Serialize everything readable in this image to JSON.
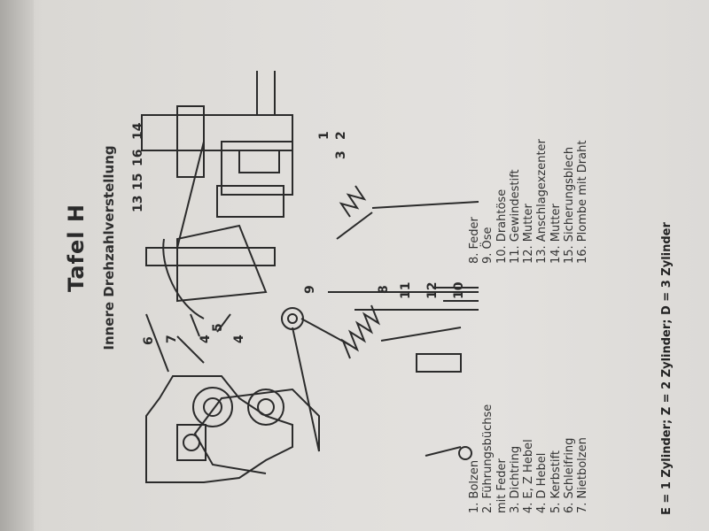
{
  "document": {
    "title": "Tafel H",
    "subtitle": "Innere Drehzahlverstellung",
    "legend_left": [
      "1. Bolzen",
      "2. Führungsbüchse",
      "    mit Feder",
      "3. Dichtring",
      "4. E, Z Hebel",
      "4. D    Hebel",
      "5. Kerbstift",
      "6. Schleifring",
      "7. Nietbolzen"
    ],
    "legend_right": [
      "8. Feder",
      "9. Öse",
      "10. Drahtöse",
      "11. Gewindestift",
      "12. Mutter",
      "13. Anschlagexzenter",
      "14. Mutter",
      "15. Sicherungsblech",
      "16. Plombe mit Draht"
    ],
    "footnote": "E = 1 Zylinder; Z = 2 Zylinder; D = 3 Zylinder",
    "callouts": {
      "c1": "1",
      "c2": "2",
      "c3": "3",
      "c4a": "4",
      "c4b": "4",
      "c5": "5",
      "c6": "6",
      "c7": "7",
      "c8": "8",
      "c9": "9",
      "c10": "10",
      "c11": "11",
      "c12": "12",
      "c13": "13",
      "c14": "14",
      "c15": "15",
      "c16": "16"
    }
  }
}
